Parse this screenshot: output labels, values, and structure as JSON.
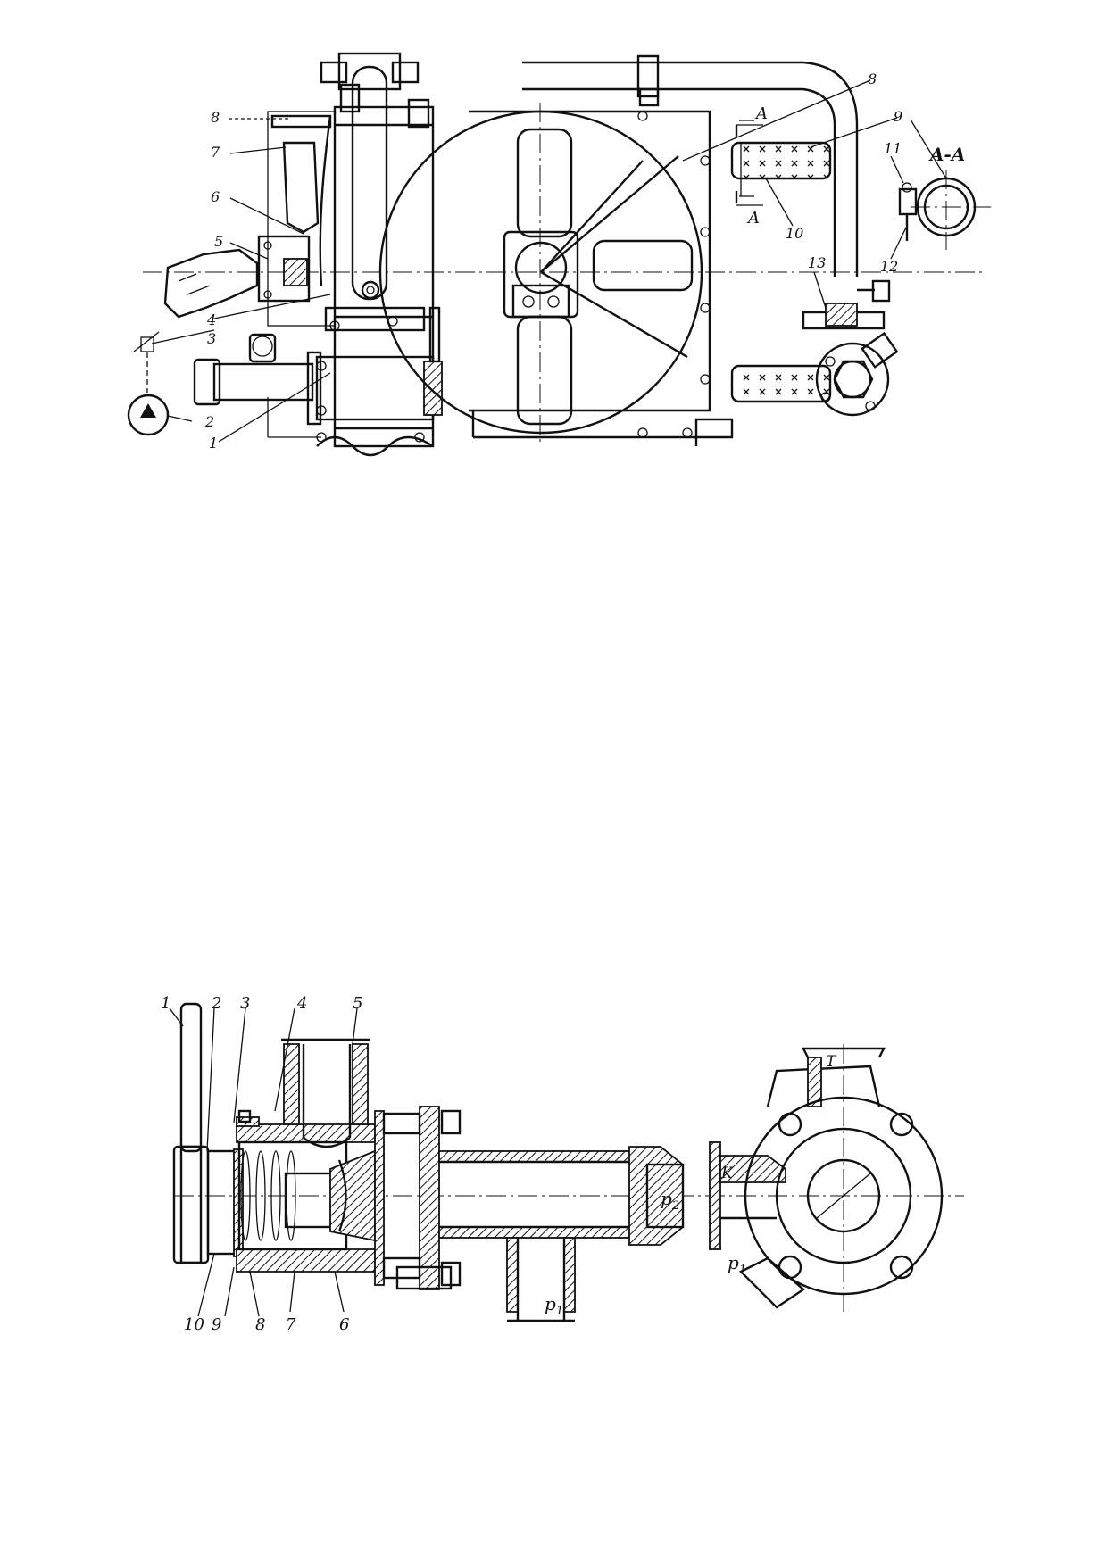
{
  "figure1": {
    "callouts": [
      "1",
      "2",
      "3",
      "4",
      "5",
      "6",
      "7",
      "8",
      "8",
      "9",
      "10",
      "11",
      "12",
      "13"
    ],
    "section_marker": "A",
    "section_title": "A-A"
  },
  "figure2": {
    "callouts": [
      "1",
      "2",
      "3",
      "4",
      "5",
      "6",
      "7",
      "8",
      "9",
      "10"
    ],
    "ports": {
      "p2": "p",
      "p2_sub": "2",
      "p1": "p",
      "p1_sub": "1",
      "t": "T",
      "k": "K"
    }
  }
}
